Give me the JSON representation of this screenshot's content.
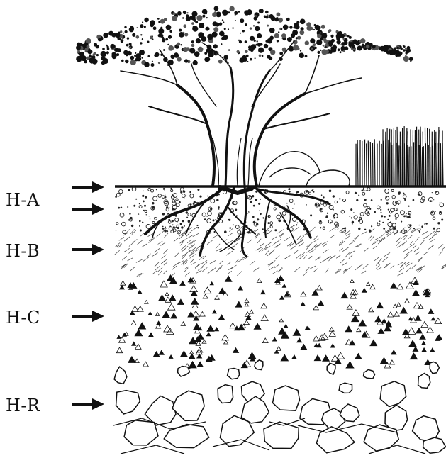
{
  "horizons": [
    {
      "id": "a",
      "label": "H-A"
    },
    {
      "id": "b",
      "label": "H-B"
    },
    {
      "id": "c",
      "label": "H-C"
    },
    {
      "id": "r",
      "label": "H-R"
    }
  ],
  "colors": {
    "ink": "#111111",
    "paper": "#ffffff"
  }
}
